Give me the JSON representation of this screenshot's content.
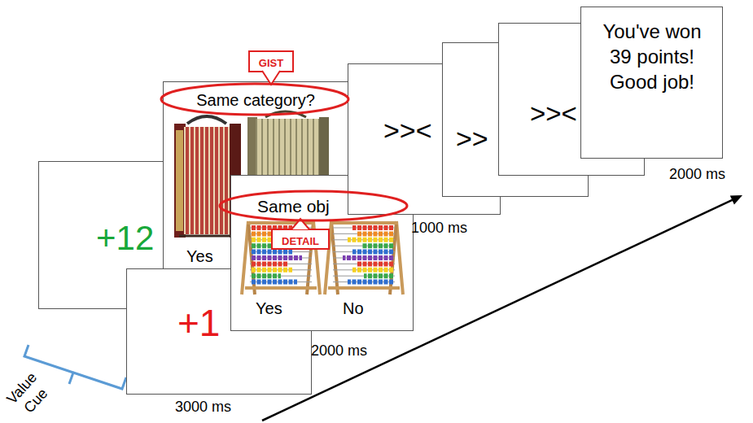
{
  "diagram": {
    "nodes": [
      {
        "text": [
          "+12"
        ]
      },
      {
        "text": [
          "+1"
        ]
      },
      {
        "text": [
          "Same category?",
          "Yes"
        ]
      },
      {
        "text": [
          "GIST"
        ]
      },
      {
        "text": [
          "Same obj",
          "Yes",
          "No"
        ]
      },
      {
        "text": [
          "DETAIL"
        ],
        "in": 4
      },
      {
        "text": [
          ">><"
        ]
      },
      {
        "text": [
          ">>"
        ]
      },
      {
        "text": [
          ">><"
        ]
      },
      {
        "text": [
          "You've won 39 points! Good job!"
        ]
      }
    ],
    "labels": [
      "3000 ms",
      "2000 ms",
      "1000 ms",
      "2000 ms",
      "Value Cue"
    ]
  }
}
